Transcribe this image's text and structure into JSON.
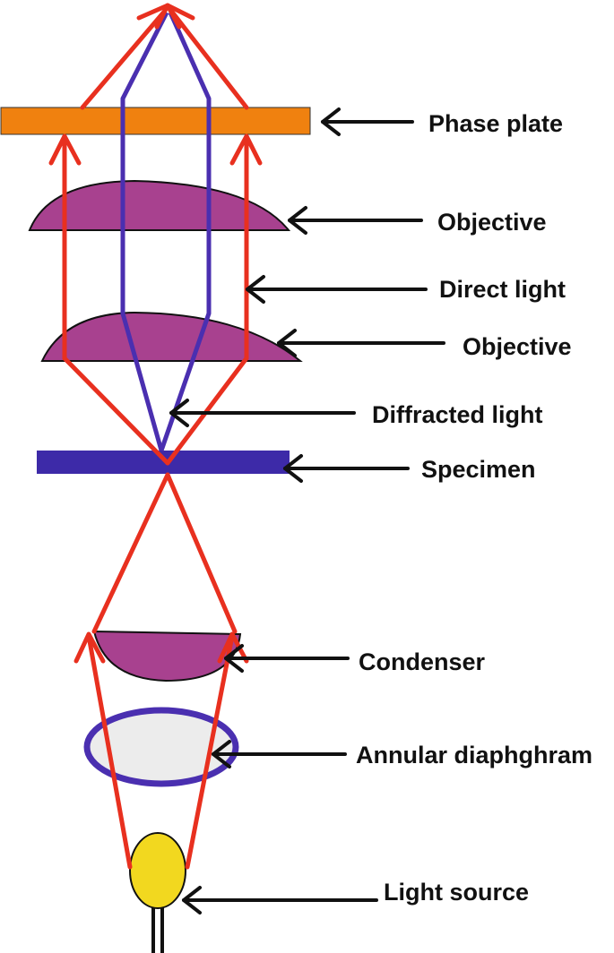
{
  "labels": {
    "phase_plate": "Phase plate",
    "objective_upper": "Objective",
    "direct_light": "Direct light",
    "objective_lower": "Objective",
    "diffracted_light": "Diffracted light",
    "specimen": "Specimen",
    "condenser": "Condenser",
    "annular_diaphragm": "Annular diaphghram",
    "light_source": "Light source"
  },
  "colors": {
    "direct_light": "#e8301f",
    "diffracted_light": "#4a2fb0",
    "phase_plate": "#f0810f",
    "lens": "#a8418f",
    "specimen": "#3d2aa8",
    "diaphragm_ring": "#4a2fb0",
    "diaphragm_fill": "#ececec",
    "light_source": "#f2d81f",
    "pointer": "#111111"
  }
}
